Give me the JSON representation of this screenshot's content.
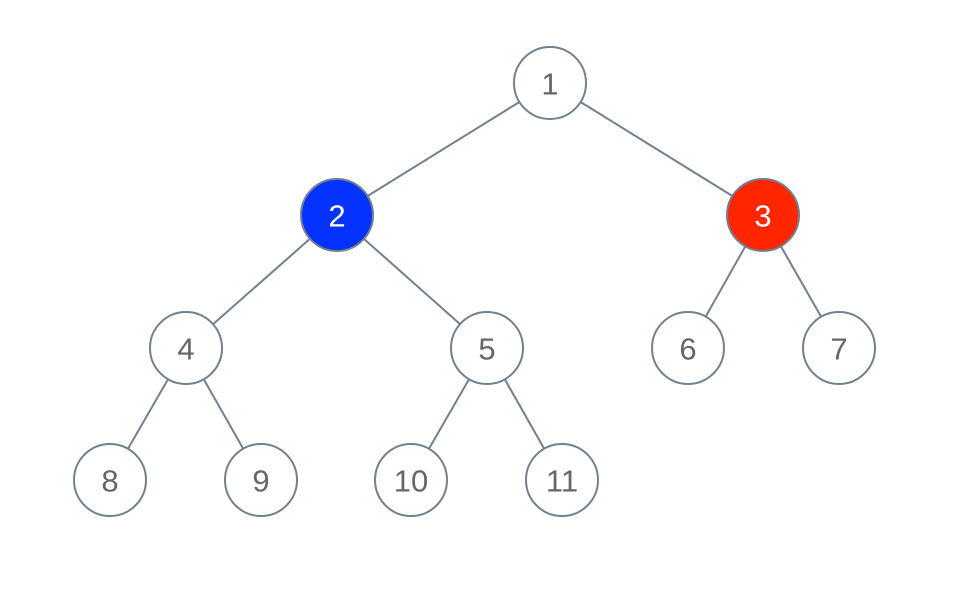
{
  "tree": {
    "nodes": [
      {
        "id": "1",
        "label": "1",
        "fill": "#ffffff",
        "text_color": "#666666",
        "highlighted": false
      },
      {
        "id": "2",
        "label": "2",
        "fill": "#0433ff",
        "text_color": "#ffffff",
        "highlighted": true
      },
      {
        "id": "3",
        "label": "3",
        "fill": "#ff2600",
        "text_color": "#ffffff",
        "highlighted": true
      },
      {
        "id": "4",
        "label": "4",
        "fill": "#ffffff",
        "text_color": "#666666",
        "highlighted": false
      },
      {
        "id": "5",
        "label": "5",
        "fill": "#ffffff",
        "text_color": "#666666",
        "highlighted": false
      },
      {
        "id": "6",
        "label": "6",
        "fill": "#ffffff",
        "text_color": "#666666",
        "highlighted": false
      },
      {
        "id": "7",
        "label": "7",
        "fill": "#ffffff",
        "text_color": "#666666",
        "highlighted": false
      },
      {
        "id": "8",
        "label": "8",
        "fill": "#ffffff",
        "text_color": "#666666",
        "highlighted": false
      },
      {
        "id": "9",
        "label": "9",
        "fill": "#ffffff",
        "text_color": "#666666",
        "highlighted": false
      },
      {
        "id": "10",
        "label": "10",
        "fill": "#ffffff",
        "text_color": "#666666",
        "highlighted": false
      },
      {
        "id": "11",
        "label": "11",
        "fill": "#ffffff",
        "text_color": "#666666",
        "highlighted": false
      }
    ],
    "edges": [
      {
        "from": "1",
        "to": "2"
      },
      {
        "from": "1",
        "to": "3"
      },
      {
        "from": "2",
        "to": "4"
      },
      {
        "from": "2",
        "to": "5"
      },
      {
        "from": "3",
        "to": "6"
      },
      {
        "from": "3",
        "to": "7"
      },
      {
        "from": "4",
        "to": "8"
      },
      {
        "from": "4",
        "to": "9"
      },
      {
        "from": "5",
        "to": "10"
      },
      {
        "from": "5",
        "to": "11"
      }
    ],
    "colors": {
      "edge": "#71818f",
      "node_border": "#71818f"
    }
  }
}
